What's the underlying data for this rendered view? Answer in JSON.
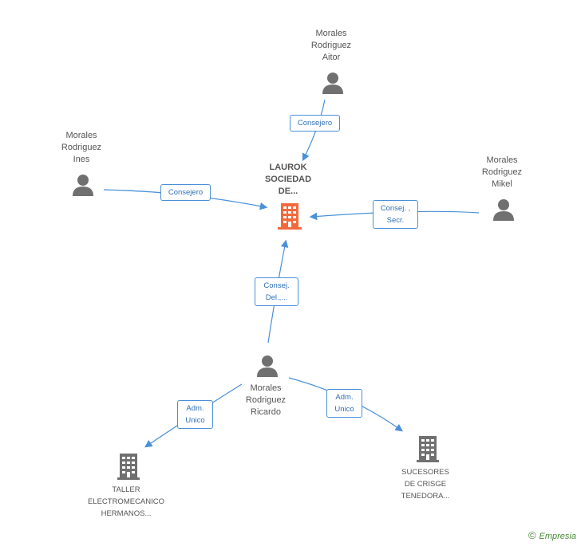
{
  "nodes": {
    "aitor": [
      "Morales",
      "Rodriguez",
      "Aitor"
    ],
    "ines": [
      "Morales",
      "Rodriguez",
      "Ines"
    ],
    "mikel": [
      "Morales",
      "Rodriguez",
      "Mikel"
    ],
    "ricardo": [
      "Morales",
      "Rodriguez",
      "Ricardo"
    ],
    "laurok": [
      "LAUROK",
      "SOCIEDAD",
      "DE..."
    ],
    "taller": [
      "TALLER",
      "ELECTROMECANICO",
      "HERMANOS..."
    ],
    "sucesores": [
      "SUCESORES",
      "DE CRISGE",
      "TENEDORA..."
    ]
  },
  "edges": {
    "aitor_laurok": [
      "Consejero"
    ],
    "ines_laurok": [
      "Consejero"
    ],
    "mikel_laurok": [
      "Consej. ,",
      "Secr."
    ],
    "ricardo_laurok": [
      "Consej.",
      "Del.,..."
    ],
    "ricardo_taller": [
      "Adm.",
      "Unico"
    ],
    "ricardo_sucesores": [
      "Adm.",
      "Unico"
    ]
  },
  "colors": {
    "person": "#707070",
    "company_main": "#f26a3c",
    "company": "#707070",
    "edge": "#4a90d9"
  },
  "footer": {
    "copyright": "©",
    "brand": "Empresia"
  }
}
